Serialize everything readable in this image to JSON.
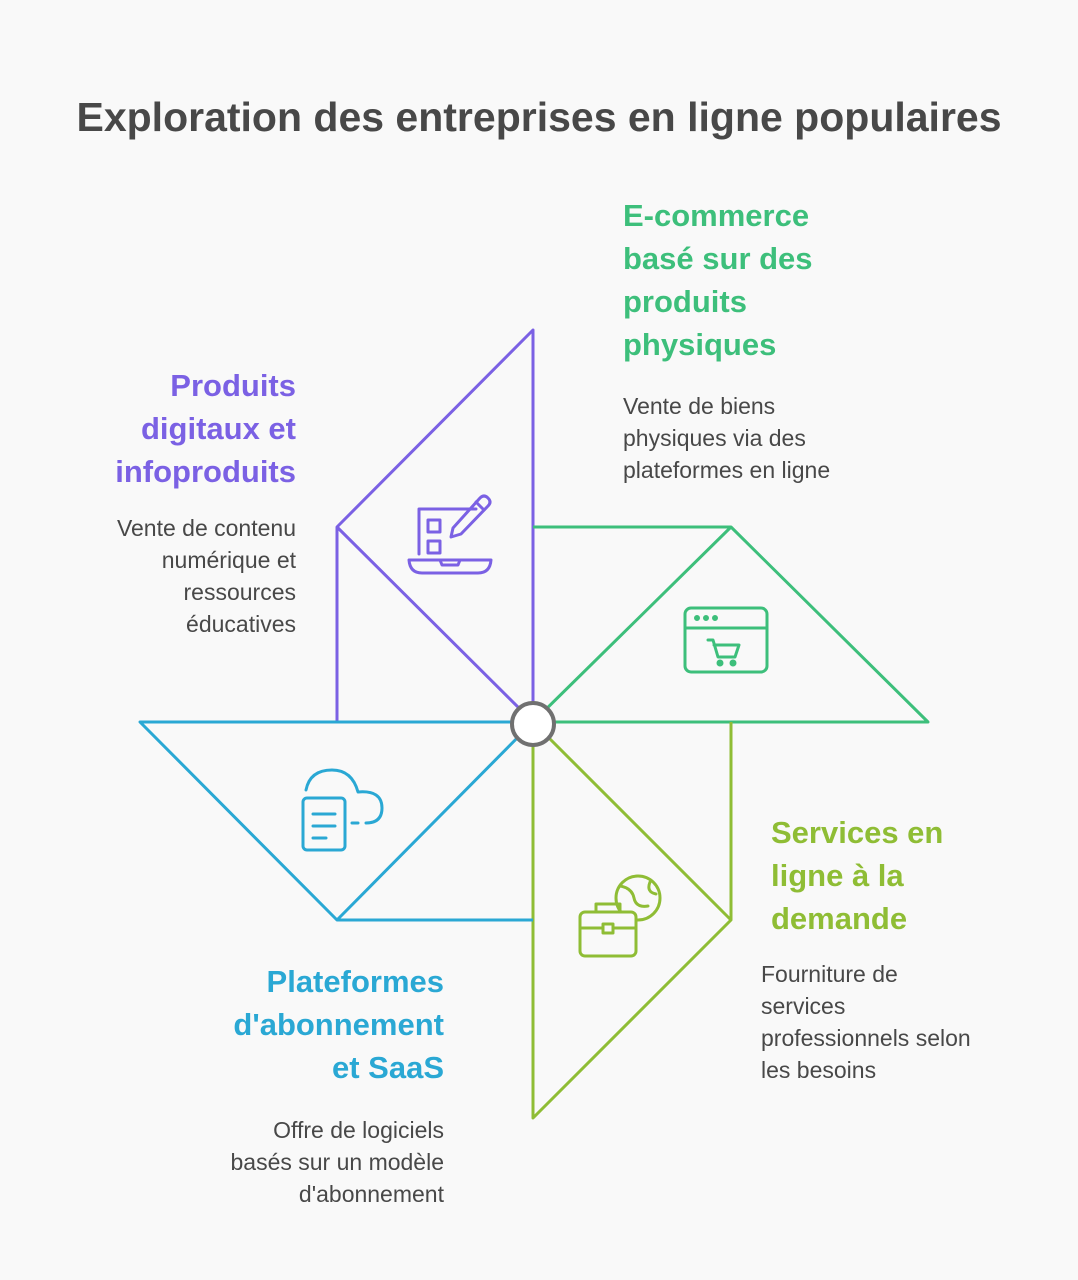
{
  "title": "Exploration des entreprises en ligne populaires",
  "colors": {
    "digital": "#7b61e4",
    "ecommerce": "#3dbf7b",
    "services": "#8fbd35",
    "saas": "#2aa8d4",
    "text": "#484848",
    "hub_stroke": "#707070"
  },
  "blades": [
    {
      "key": "digital",
      "icon": "laptop-pencil-icon",
      "heading": [
        "Produits",
        "digitaux et",
        "infoproduits"
      ],
      "description": [
        "Vente de contenu",
        "numérique et",
        "ressources",
        "éducatives"
      ]
    },
    {
      "key": "ecommerce",
      "icon": "shopping-cart-browser-icon",
      "heading": [
        "E-commerce",
        "basé sur des",
        "produits",
        "physiques"
      ],
      "description": [
        "Vente de biens",
        "physiques via des",
        "plateformes en ligne"
      ]
    },
    {
      "key": "services",
      "icon": "briefcase-globe-icon",
      "heading": [
        "Services en",
        "ligne à la",
        "demande"
      ],
      "description": [
        "Fourniture de",
        "services",
        "professionnels selon",
        "les besoins"
      ]
    },
    {
      "key": "saas",
      "icon": "cloud-document-icon",
      "heading": [
        "Plateformes",
        "d'abonnement",
        "et SaaS"
      ],
      "description": [
        "Offre de logiciels",
        "basés sur un modèle",
        "d'abonnement"
      ]
    }
  ]
}
